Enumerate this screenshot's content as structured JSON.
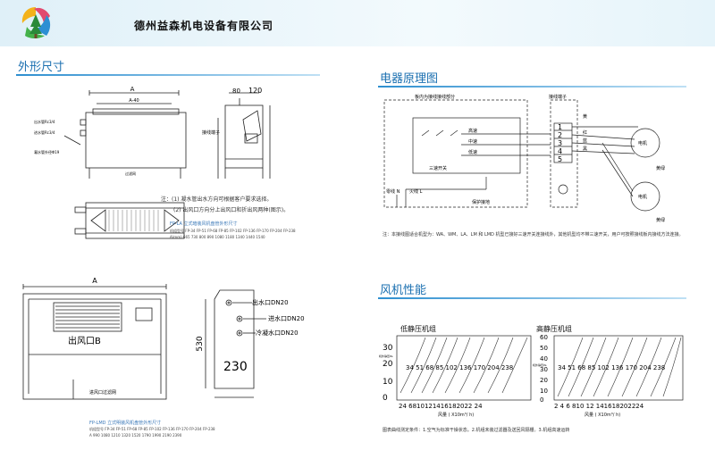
{
  "header": {
    "company": "德州益森机电设备有限公司",
    "logo_icon": "tree-leaf-logo-icon"
  },
  "sections": {
    "outline": "外形尺寸",
    "electrical": "电器原理图",
    "fan_perf": "风机性能"
  },
  "outline_top": {
    "dim_a": "A",
    "dim_a40": "A-40",
    "dim_80": "80",
    "dim_120": "120",
    "outlet_pipe": "出水管Rc3/4",
    "inlet_pipe": "进水管Rc3/4",
    "drain_pipe": "凝水管外径Φ19",
    "terminal": "接线端子",
    "filter": "过滤网",
    "note1": "注：(1) 凝水管出水方向可根据客户要求选择。",
    "note2": "(2) 出风口方向分上出风口和折出风两种(图示)。",
    "caption": "FP-LA 立式暗装风机盘管外形尺寸",
    "table_row1": "机组型号 FP-34  FP-51  FP-68  FP-85  FP-102  FP-136  FP-170  FP-204  FP-238",
    "table_row2": "A(mm)  665  730  800  890  1080  1180  1340  1440  1540"
  },
  "outline_bottom": {
    "dim_a": "A",
    "outlet": "出风口B",
    "filter": "进风口过滤网",
    "side_outlet": "出水口DN20",
    "side_inlet": "进水口DN20",
    "side_drain": "冷凝水口DN20",
    "dim_530": "530",
    "dim_230": "230",
    "caption": "FP-LMD 立式明装风机盘管外形尺寸",
    "table_row1": "机组型号 FP-34  FP-51  FP-68  FP-85  FP-102  FP-136  FP-170  FP-204  FP-238",
    "table_row2": "A  990  1080  1210  1320  1520  1790  1990  2190  2390"
  },
  "electrical": {
    "box_label": "板内为接线接线部分",
    "terminal_label": "接线端子",
    "high": "高速",
    "mid": "中速",
    "low": "低速",
    "switch_label": "三速开关",
    "terminals": [
      "1",
      "2",
      "3",
      "4",
      "5"
    ],
    "wire_colors": [
      "黄",
      "红",
      "蓝",
      "黑"
    ],
    "motor": "电机",
    "yellow_green": "黄绿",
    "neutral": "零线 N",
    "live": "火线 L",
    "ground_label": "保护接地",
    "note": "注：本接线图适合机型为：WA、WM、LA、LM 和 LMD 机型已接好三速开关连接线外，其他机型均不带三速开关，用户可按照接线板内接线方法连接。"
  },
  "fan": {
    "low_title": "低静压机组",
    "high_title": "高静压机组",
    "low_y_ticks": [
      "30",
      "20",
      "10",
      "0"
    ],
    "low_y_label": "机外静压Pa",
    "high_y_ticks": [
      "60",
      "50",
      "40",
      "30",
      "20",
      "10",
      "0"
    ],
    "high_y_label": "机外静压Pa",
    "low_x_ticks": "24  6810121416182022 24",
    "high_x_ticks": "2  4  6  810  12  141618202224",
    "low_curve_labels": "34  51 68 85 102 136 170 204 238",
    "high_curve_labels": "34  51 68 85 102 136 170 204 238",
    "x_label": "风量 ( X10m³/ h)",
    "note": "图表曲线测定条件：1.空气为标准干燥状态。2.机组未装过滤器及送回风隔栅。3.机组高速运转"
  }
}
